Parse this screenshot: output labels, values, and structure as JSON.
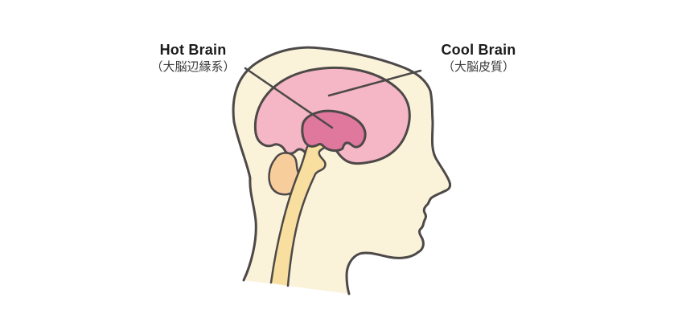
{
  "background_color": "#FFFFFF",
  "labels": {
    "hot": {
      "title": "Hot Brain",
      "subtitle": "（大脳辺縁系）"
    },
    "cool": {
      "title": "Cool Brain",
      "subtitle": "（大脳皮質）"
    }
  },
  "colors": {
    "head": "#FAF3DA",
    "cortex": "#F5B7C5",
    "limbic": "#E0789E",
    "cerebellum": "#F7CD9B",
    "brainstem": "#F8DF9F",
    "outline": "#4D4948",
    "title_text": "#1B1B1B",
    "subtitle_text": "#3A3A3A"
  }
}
